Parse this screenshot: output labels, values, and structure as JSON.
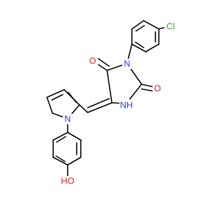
{
  "molecule": {
    "atoms": {
      "cl": {
        "text": "Cl",
        "color": "#3a9e3a"
      },
      "n_imide": {
        "text": "N",
        "color": "#2a3ee8"
      },
      "n_amine": {
        "text": "NH",
        "color": "#2a3ee8"
      },
      "n_pyrrole": {
        "text": "N",
        "color": "#2a3ee8"
      },
      "o_upper": {
        "text": "O",
        "color": "#e81a1a"
      },
      "o_right": {
        "text": "O",
        "color": "#e81a1a"
      },
      "o_hydroxyl": {
        "text": "HO",
        "color": "#e81a1a"
      }
    },
    "bond_color": "#000000",
    "background": "#ffffff"
  }
}
